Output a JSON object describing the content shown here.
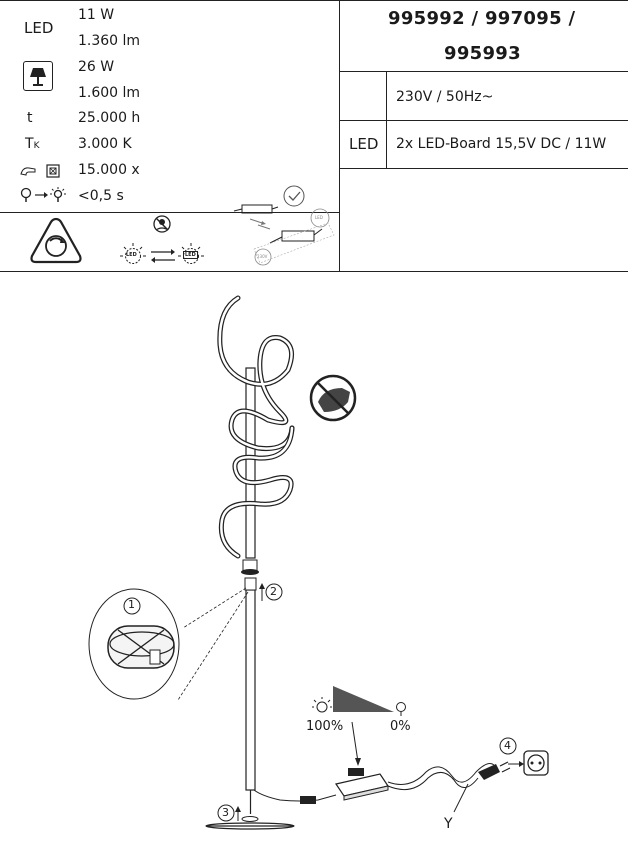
{
  "specs": {
    "led_label": "LED",
    "led_power": "11 W",
    "led_lumen": "1.360 lm",
    "lamp_power": "26 W",
    "lamp_lumen": "1.600 lm",
    "life_label": "t",
    "life_value": "25.000 h",
    "temp_label": "T",
    "temp_sub": "K",
    "temp_value": "3.000 K",
    "cycles_value": "15.000 x",
    "start_value": "<0,5 s"
  },
  "header": {
    "models_line1": "995992 / 997095 /",
    "models_line2": "995993",
    "voltage": "230V / 50Hz~",
    "led_label": "LED",
    "led_board": "2x LED-Board 15,5V DC / 11W"
  },
  "icons": {
    "led_small": "LED",
    "led_badge": "LED",
    "driver_label_a": "LED",
    "driver_label_b": "230V"
  },
  "diagram": {
    "step1": "1",
    "step2": "2",
    "step3": "3",
    "step4": "4",
    "dimmer_max": "100%",
    "dimmer_min": "0%",
    "y_label": "Y"
  }
}
